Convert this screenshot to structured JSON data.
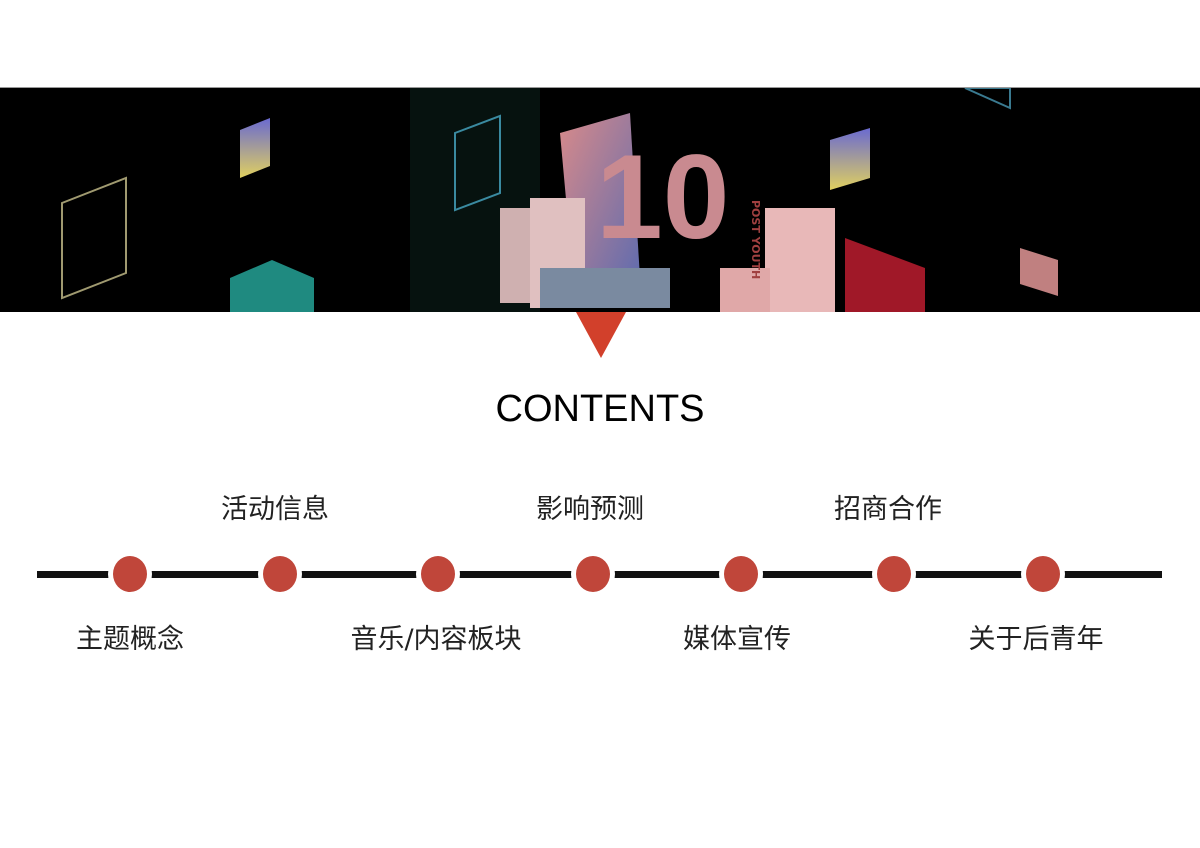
{
  "banner": {
    "image_text": "10",
    "image_subtext": "POST YOUTH"
  },
  "title": "CONTENTS",
  "colors": {
    "accent": "#c0463a",
    "arrow": "#d2402b",
    "line": "#111111"
  },
  "items": [
    {
      "label": "主题概念",
      "position": "below"
    },
    {
      "label": "活动信息",
      "position": "above"
    },
    {
      "label": "音乐/内容板块",
      "position": "below"
    },
    {
      "label": "影响预测",
      "position": "above"
    },
    {
      "label": "媒体宣传",
      "position": "below"
    },
    {
      "label": "招商合作",
      "position": "above"
    },
    {
      "label": "关于后青年",
      "position": "below"
    }
  ]
}
